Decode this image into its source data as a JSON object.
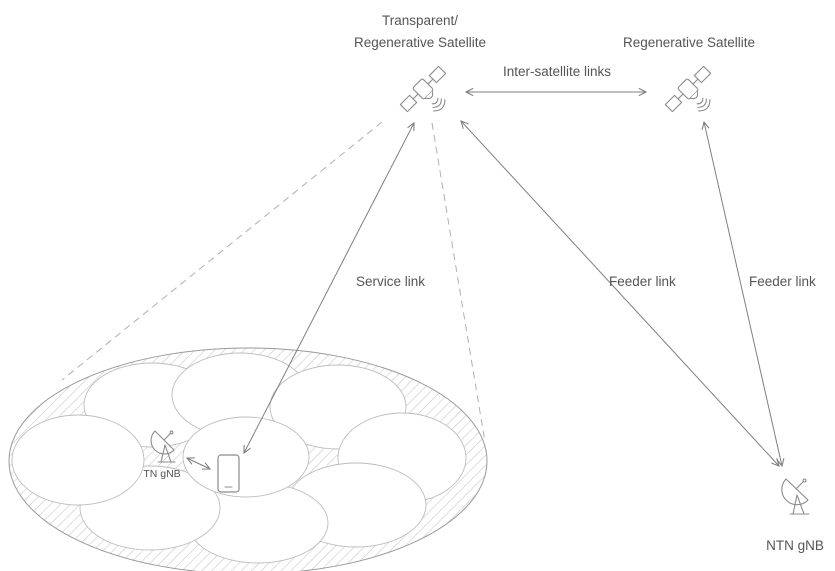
{
  "nodes": {
    "satellite_left": {
      "label_line1": "Transparent/",
      "label_line2": "Regenerative Satellite"
    },
    "satellite_right": {
      "label": "Regenerative Satellite"
    },
    "tn_gnb": {
      "label": "TN gNB"
    },
    "ntn_gnb": {
      "label": "NTN gNB"
    }
  },
  "links": {
    "inter_satellite": "Inter-satellite links",
    "service": "Service link",
    "feeder_left": "Feeder link",
    "feeder_right": "Feeder link"
  },
  "colors": {
    "line": "#7f7f7f",
    "text": "#555555",
    "hatch": "#c8c8c8"
  }
}
